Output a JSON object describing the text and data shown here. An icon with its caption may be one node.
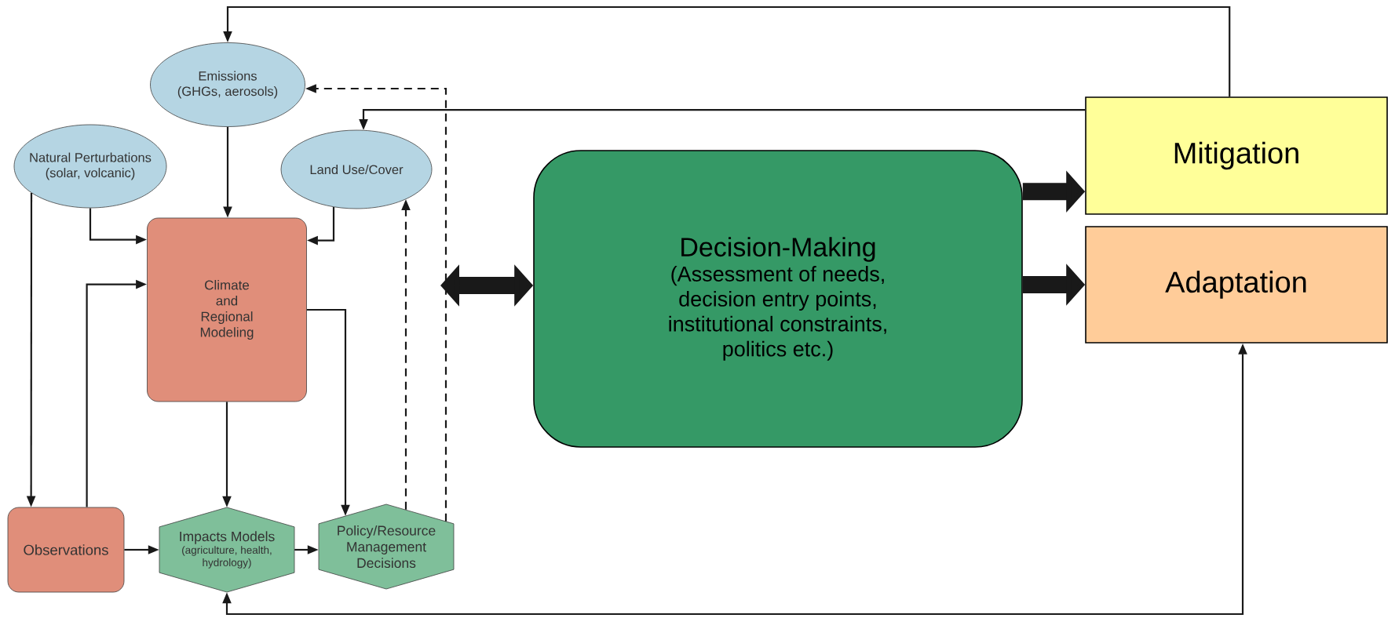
{
  "diagram": {
    "nodes": [
      {
        "text": [
          "Emissions",
          "(GHGs, aerosols)"
        ]
      },
      {
        "text": [
          "Natural Perturbations",
          "(solar, volcanic)"
        ]
      },
      {
        "text": [
          "Land Use/Cover"
        ]
      },
      {
        "text": [
          "Climate and Regional Modeling"
        ]
      },
      {
        "text": [
          "Observations"
        ]
      },
      {
        "text": [
          "Impacts Models",
          "(agriculture, health, hydrology)"
        ]
      },
      {
        "text": [
          "Policy/Resource Management Decisions"
        ]
      },
      {
        "text": [
          "Decision-Making",
          "(Assessment of needs, decision entry points, institutional constraints, politics etc.)"
        ]
      },
      {
        "text": [
          "Mitigation"
        ]
      },
      {
        "text": [
          "Adaptation"
        ]
      }
    ],
    "edges": [
      {
        "from": 8,
        "to": 0,
        "arrow": "to"
      },
      {
        "from": 8,
        "to": 2,
        "arrow": "to"
      },
      {
        "from": 6,
        "to": 0,
        "arrow": "to",
        "style": "dashed"
      },
      {
        "from": 6,
        "to": 2,
        "arrow": "to",
        "style": "dashed"
      },
      {
        "from": 0,
        "to": 3,
        "arrow": "to"
      },
      {
        "from": 1,
        "to": 3,
        "arrow": "to"
      },
      {
        "from": 2,
        "to": 3,
        "arrow": "to"
      },
      {
        "from": 1,
        "to": 4,
        "arrow": "to"
      },
      {
        "from": 4,
        "to": 3,
        "arrow": "to"
      },
      {
        "from": 3,
        "to": 5,
        "arrow": "to"
      },
      {
        "from": 3,
        "to": 6,
        "arrow": "to"
      },
      {
        "from": 4,
        "to": 5,
        "arrow": "to"
      },
      {
        "from": 5,
        "to": 6,
        "arrow": "to"
      },
      {
        "from": 7,
        "to": null,
        "arrow": "both",
        "style": "thick"
      },
      {
        "from": 7,
        "to": 8,
        "arrow": "to",
        "style": "thick"
      },
      {
        "from": 7,
        "to": 9,
        "arrow": "to",
        "style": "thick"
      },
      {
        "from": 5,
        "to": 9,
        "arrow": "both"
      }
    ]
  }
}
